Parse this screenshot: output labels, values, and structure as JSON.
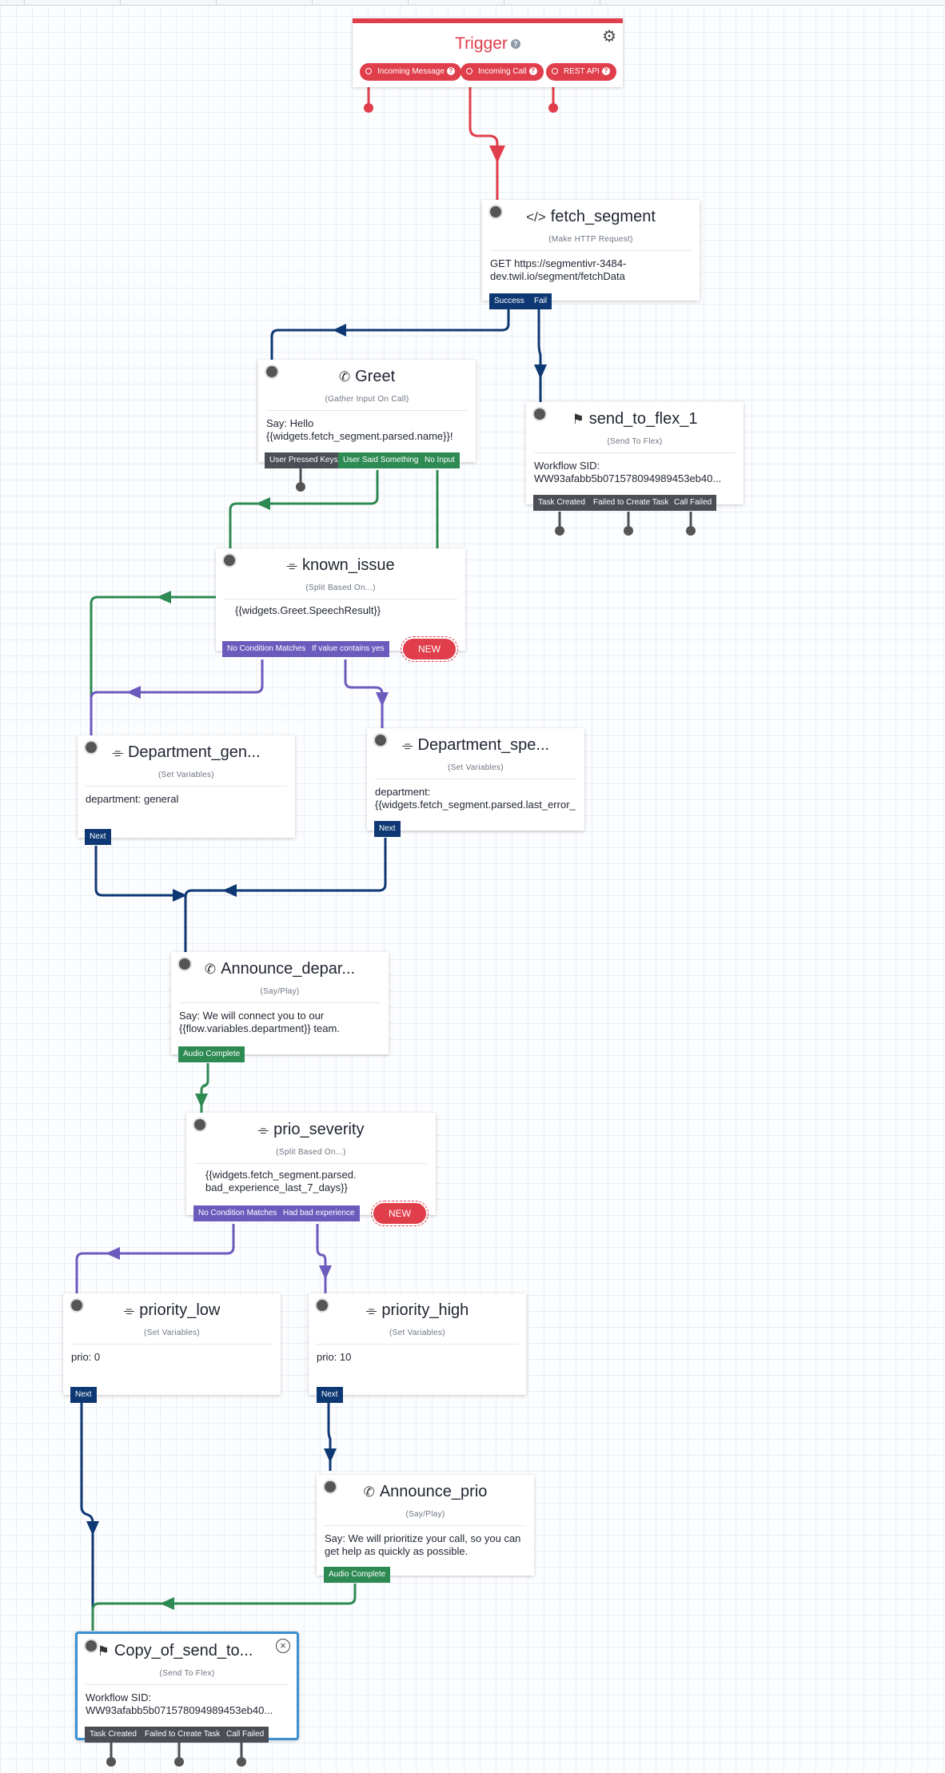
{
  "trigger": {
    "title": "Trigger",
    "help": "?",
    "gear_icon": "gears-icon",
    "transitions": [
      "Incoming Message",
      "Incoming Call",
      "REST API"
    ]
  },
  "widgets": {
    "fetch_segment": {
      "title": "fetch_segment",
      "icon": "code-icon",
      "subtitle": "(Make HTTP Request)",
      "body": "GET https://segmentivr-3484-dev.twil.io/segment/fetchData",
      "transitions": [
        "Success",
        "Fail"
      ]
    },
    "greet": {
      "title": "Greet",
      "icon": "phone-icon",
      "subtitle": "(Gather Input On Call)",
      "body": "Say: Hello {{widgets.fetch_segment.parsed.name}}!",
      "transitions": [
        "User Pressed Keys",
        "User Said Something",
        "No Input"
      ]
    },
    "send_to_flex_1": {
      "title": "send_to_flex_1",
      "icon": "flex-icon",
      "subtitle": "(Send To Flex)",
      "body": "Workflow SID: WW93afabb5b071578094989453eb40...",
      "transitions": [
        "Task Created",
        "Failed to Create Task",
        "Call Failed"
      ]
    },
    "known_issue": {
      "title": "known_issue",
      "icon": "split-icon",
      "subtitle": "(Split Based On...)",
      "body": "{{widgets.Greet.SpeechResult}}",
      "transitions": [
        "No Condition Matches",
        "If value contains yes"
      ],
      "new_label": "NEW"
    },
    "department_general": {
      "title": "Department_gen...",
      "icon": "split-icon",
      "subtitle": "(Set Variables)",
      "body": "department: general",
      "transitions": [
        "Next"
      ]
    },
    "department_specific": {
      "title": "Department_spe...",
      "icon": "split-icon",
      "subtitle": "(Set Variables)",
      "body": "department: {{widgets.fetch_segment.parsed.last_error_d",
      "transitions": [
        "Next"
      ]
    },
    "announce_department": {
      "title": "Announce_depar...",
      "icon": "phone-icon",
      "subtitle": "(Say/Play)",
      "body": "Say: We will connect you to our {{flow.variables.department}} team.",
      "transitions": [
        "Audio Complete"
      ]
    },
    "prio_severity": {
      "title": "prio_severity",
      "icon": "split-icon",
      "subtitle": "(Split Based On...)",
      "body": "{{widgets.fetch_segment.parsed.\nbad_experience_last_7_days}}",
      "transitions": [
        "No Condition Matches",
        "Had bad experience"
      ],
      "new_label": "NEW"
    },
    "priority_low": {
      "title": "priority_low",
      "icon": "split-icon",
      "subtitle": "(Set Variables)",
      "body": "prio: 0",
      "transitions": [
        "Next"
      ]
    },
    "priority_high": {
      "title": "priority_high",
      "icon": "split-icon",
      "subtitle": "(Set Variables)",
      "body": "prio: 10",
      "transitions": [
        "Next"
      ]
    },
    "announce_prio": {
      "title": "Announce_prio",
      "icon": "phone-icon",
      "subtitle": "(Say/Play)",
      "body": "Say: We will prioritize your call, so you can get help as quickly as possible.",
      "transitions": [
        "Audio Complete"
      ]
    },
    "copy_of_send_to_flex": {
      "title": "Copy_of_send_to...",
      "icon": "flex-icon",
      "subtitle": "(Send To Flex)",
      "body": "Workflow SID: WW93afabb5b071578094989453eb40...",
      "transitions": [
        "Task Created",
        "Failed to Create Task",
        "Call Failed"
      ],
      "close_icon": "close-circle-icon"
    }
  },
  "colors": {
    "trigger": "#e03e4b",
    "navy": "#0e3873",
    "green": "#2e8a53",
    "purple": "#6c5bbd",
    "gray": "#4b4f55",
    "selected": "#3a8fd0"
  }
}
